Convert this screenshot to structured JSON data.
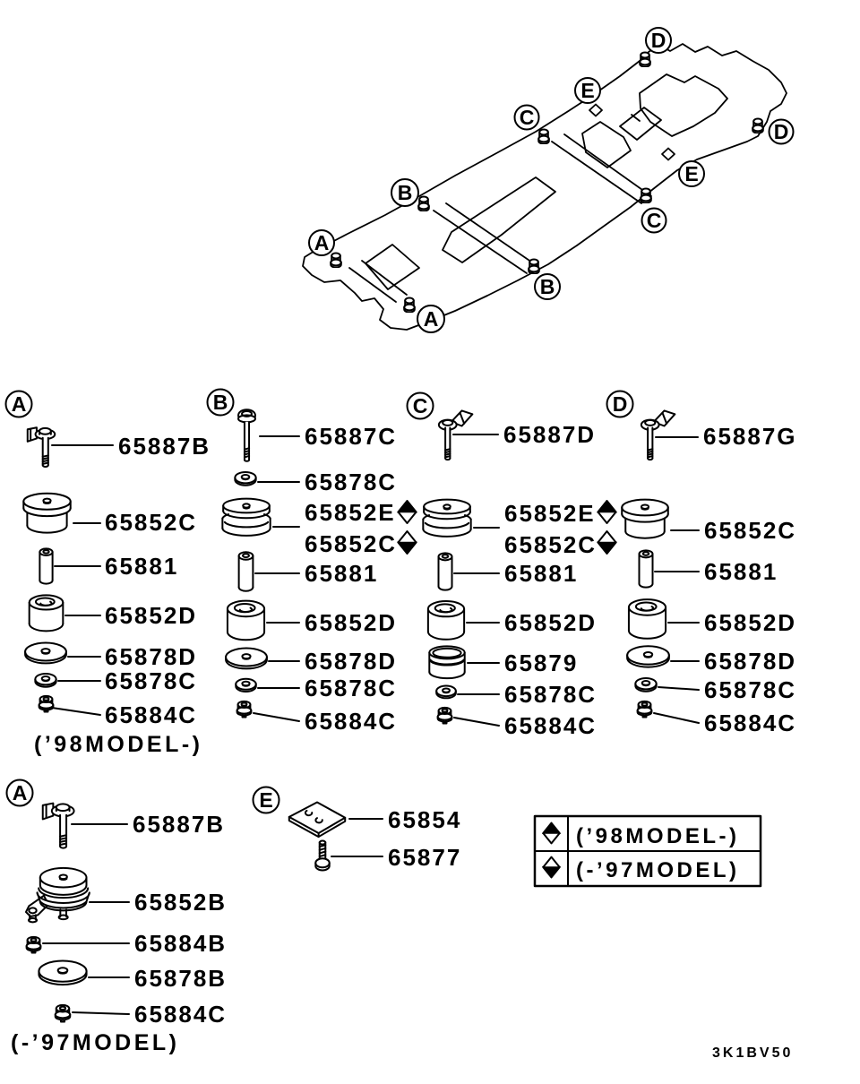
{
  "page": {
    "background": "#ffffff",
    "ink": "#000000",
    "drawing_code": "3K1BV50"
  },
  "chassis": {
    "description": "frame-outline-with-mount-locations",
    "callouts": [
      {
        "letter": "A"
      },
      {
        "letter": "A"
      },
      {
        "letter": "B"
      },
      {
        "letter": "B"
      },
      {
        "letter": "C"
      },
      {
        "letter": "C"
      },
      {
        "letter": "D"
      },
      {
        "letter": "D"
      },
      {
        "letter": "E"
      },
      {
        "letter": "E"
      }
    ]
  },
  "columns": {
    "a98": {
      "letter": "A",
      "caption": "(’98MODEL-)",
      "parts": [
        {
          "label": "65887B",
          "shape": "bolt-with-clip"
        },
        {
          "label": "65852C",
          "shape": "mount-cushion"
        },
        {
          "label": "65881",
          "shape": "spacer-sleeve"
        },
        {
          "label": "65852D",
          "shape": "bushing"
        },
        {
          "label": "65878D",
          "shape": "washer-large"
        },
        {
          "label": "65878C",
          "shape": "washer-small"
        },
        {
          "label": "65884C",
          "shape": "flange-nut"
        }
      ]
    },
    "b": {
      "letter": "B",
      "parts": [
        {
          "label": "65887C",
          "shape": "bolt-long"
        },
        {
          "label": "65878C",
          "shape": "washer-small"
        },
        {
          "label": "65852E",
          "shape": "mount-cushion-stacked",
          "marker": "98-model"
        },
        {
          "label": "65852C",
          "shape": "mount-cushion-stacked",
          "marker": "97-model"
        },
        {
          "label": "65881",
          "shape": "spacer-sleeve"
        },
        {
          "label": "65852D",
          "shape": "bushing"
        },
        {
          "label": "65878D",
          "shape": "washer-large"
        },
        {
          "label": "65878C",
          "shape": "washer-small"
        },
        {
          "label": "65884C",
          "shape": "flange-nut"
        }
      ]
    },
    "c": {
      "letter": "C",
      "parts": [
        {
          "label": "65887D",
          "shape": "bolt-with-bracket"
        },
        {
          "label": "65852E",
          "shape": "mount-cushion-stacked",
          "marker": "98-model"
        },
        {
          "label": "65852C",
          "shape": "mount-cushion-stacked",
          "marker": "97-model"
        },
        {
          "label": "65881",
          "shape": "spacer-sleeve"
        },
        {
          "label": "65852D",
          "shape": "bushing"
        },
        {
          "label": "65879",
          "shape": "cup"
        },
        {
          "label": "65878C",
          "shape": "washer-small"
        },
        {
          "label": "65884C",
          "shape": "flange-nut"
        }
      ]
    },
    "d": {
      "letter": "D",
      "parts": [
        {
          "label": "65887G",
          "shape": "bolt-with-bracket"
        },
        {
          "label": "65852C",
          "shape": "mount-cushion"
        },
        {
          "label": "65881",
          "shape": "spacer-sleeve"
        },
        {
          "label": "65852D",
          "shape": "bushing"
        },
        {
          "label": "65878D",
          "shape": "washer-large"
        },
        {
          "label": "65878C",
          "shape": "washer-small"
        },
        {
          "label": "65884C",
          "shape": "flange-nut"
        }
      ]
    },
    "a97": {
      "letter": "A",
      "caption": "(-’97MODEL)",
      "parts": [
        {
          "label": "65887B",
          "shape": "bolt-with-clip"
        },
        {
          "label": "65852B",
          "shape": "mount-assembly"
        },
        {
          "label": "65884B",
          "shape": "flange-nut"
        },
        {
          "label": "65878B",
          "shape": "washer-large"
        },
        {
          "label": "65884C",
          "shape": "flange-nut"
        }
      ]
    },
    "e": {
      "letter": "E",
      "parts": [
        {
          "label": "65854",
          "shape": "plate"
        },
        {
          "label": "65877",
          "shape": "screw"
        }
      ]
    }
  },
  "legend": {
    "rows": [
      {
        "symbol": "diamond-top-filled",
        "label": "(’98MODEL-)"
      },
      {
        "symbol": "diamond-bottom-filled",
        "label": "(-’97MODEL)"
      }
    ]
  }
}
